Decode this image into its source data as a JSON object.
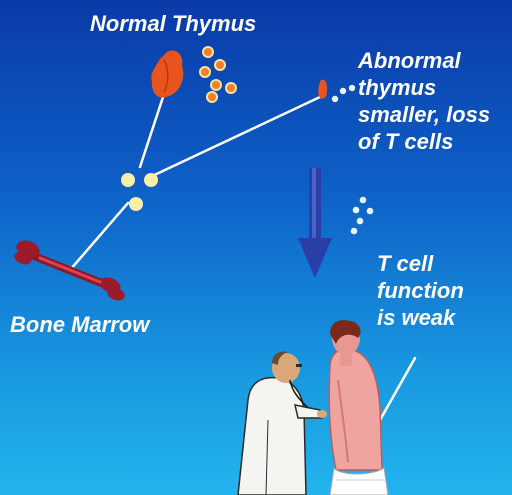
{
  "labels": {
    "normal_thymus": "Normal Thymus",
    "abnormal_lines": [
      "Abnormal",
      "thymus",
      "smaller, loss",
      "of T cells"
    ],
    "bone_marrow": "Bone Marrow",
    "tcell_lines": [
      "T cell",
      "function",
      "is weak"
    ]
  },
  "colors": {
    "background_top": "#0a3aa8",
    "background_bottom": "#22b4ee",
    "thymus": "#e8541e",
    "cell_light": "#f6f0a8",
    "arrow": "#2a3ea8"
  },
  "icons": {
    "thymus": "thymus-organ-icon",
    "cells": "t-cell-cluster-icon",
    "bone": "bone-icon",
    "arrow": "down-arrow-icon",
    "people": "doctor-patient-illustration"
  }
}
